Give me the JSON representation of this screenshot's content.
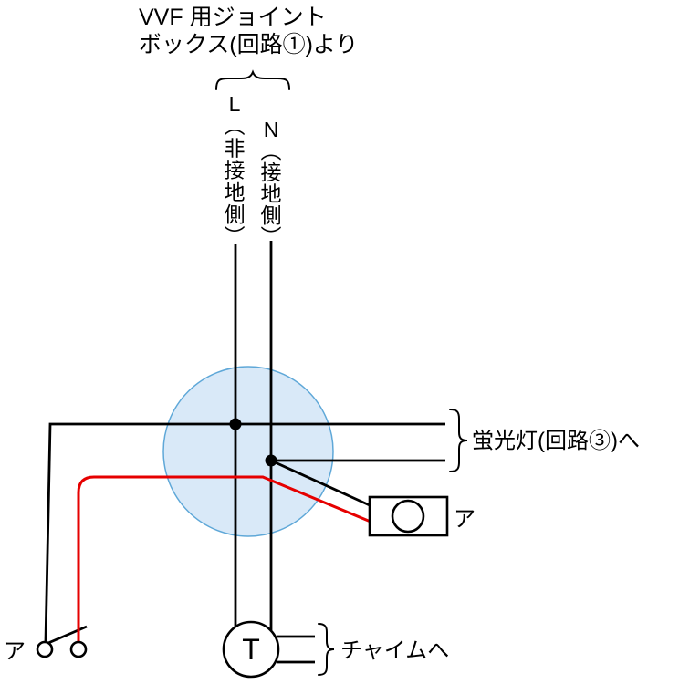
{
  "diagram": {
    "source_label": {
      "line1": "VVF 用ジョイント",
      "line2": "ボックス(回路①)より"
    },
    "conductors": {
      "live": "L︵非接地側︶",
      "neutral": "N︵接地側︶"
    },
    "outputs": {
      "fluorescent": "蛍光灯(回路③)へ",
      "chime": "チャイムへ"
    },
    "components": {
      "switch_label_right": "ア",
      "switch_label_left": "ア",
      "transformer_symbol": "T"
    },
    "colors": {
      "wire": "#000000",
      "switch_leg_wire": "#e60000",
      "joint_box_fill": "#d9e9f8",
      "joint_box_stroke": "#5fa8d8"
    }
  }
}
